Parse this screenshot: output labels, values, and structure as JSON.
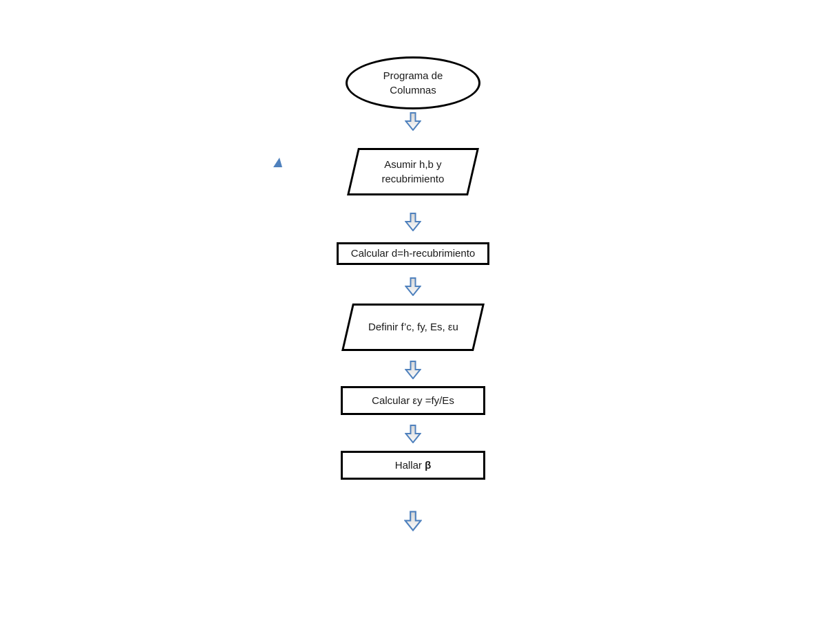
{
  "page": {
    "background": "#ffffff",
    "description": "Flowchart page: column design program steps"
  },
  "diagram": {
    "nodes": [
      {
        "type": "terminator-ellipse",
        "label": "Programa de Columnas"
      },
      {
        "type": "io-parallelogram",
        "label": "Asumir h,b y recubrimiento"
      },
      {
        "type": "process-rectangle",
        "label": "Calcular d=h-recubrimiento"
      },
      {
        "type": "io-parallelogram",
        "label": "Definir f’c, fy, Es, εu"
      },
      {
        "type": "process-rectangle",
        "label": "Calcular εy =fy/Es"
      },
      {
        "type": "process-rectangle",
        "label_prefix": "Hallar ",
        "label_symbol": "β"
      }
    ],
    "connectors": {
      "style": "down-block-arrow",
      "count": 6
    },
    "marker": {
      "shape": "small-blue-triangle"
    },
    "colors": {
      "shape_border": "#000000",
      "text": "#1a1a1a",
      "arrow_border": "#4f81bd",
      "arrow_fill_top": "#d6d6d6",
      "arrow_fill_bottom": "#fafafa",
      "marker": "#4f81bd"
    }
  }
}
